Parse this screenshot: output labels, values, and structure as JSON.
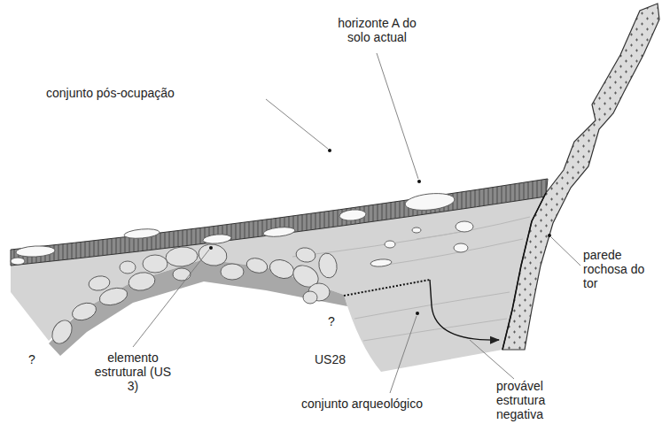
{
  "diagram": {
    "labels": [
      "horizonte A do solo actual",
      "conjunto pós-ocupação",
      "parede rochosa do tor",
      "?",
      "elemento estrutural (US 3)",
      "US28",
      "?",
      "conjunto arqueológico",
      "provável estrutura negativa"
    ]
  }
}
